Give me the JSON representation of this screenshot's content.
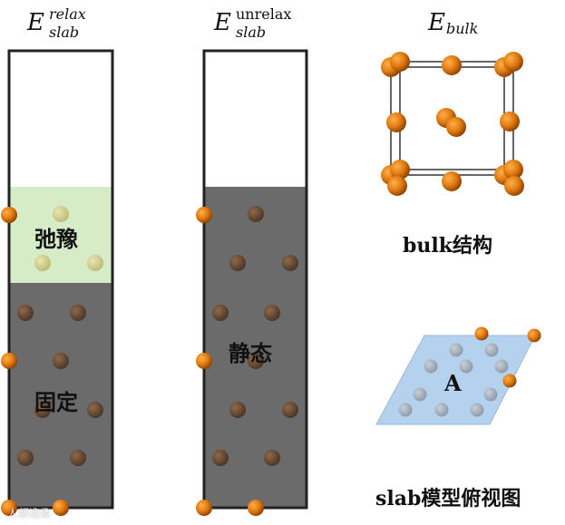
{
  "labels": {
    "relax": {
      "base": "E",
      "sup": "relax",
      "sub": "slab"
    },
    "unrelax": {
      "base": "E",
      "sup": "unrelax",
      "sub": "slab"
    },
    "bulk": {
      "base": "E",
      "sub": "bulk"
    }
  },
  "regions": {
    "relax_region": "弛豫",
    "fixed_region": "固定",
    "static_region": "静态"
  },
  "captions": {
    "bulk": "bulk结构",
    "slab_top": "slab模型俯视图",
    "site": "A"
  },
  "watermark": "人都造像",
  "colors": {
    "atom": "#e07a10",
    "atom_dark": "#a04a00",
    "slab_gray": "#6b6b6b",
    "relax_green": "#d6ecc6",
    "plane_blue": "#b4d2ee"
  }
}
